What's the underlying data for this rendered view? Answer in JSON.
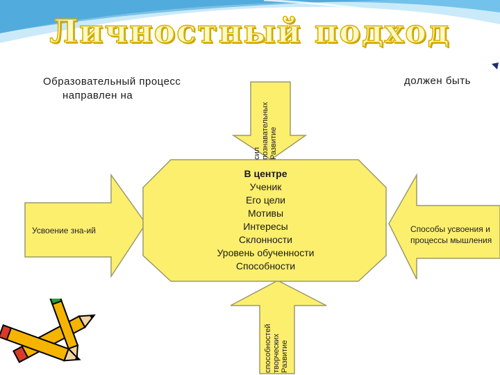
{
  "title": "Личностный подход",
  "header": {
    "left_line1": "Образовательный процесс",
    "left_line2": "направлен на",
    "right": "должен быть"
  },
  "center": {
    "heading": "В центре",
    "items": [
      "Ученик",
      "Его цели",
      "Мотивы",
      "Интересы",
      "Склонности",
      "Уровень обученности",
      "Способности"
    ]
  },
  "arrows": {
    "top": [
      "Развитие",
      "познавательных",
      "сил"
    ],
    "left": "Усвоение зна-ий",
    "right": [
      "Способы усвоения и",
      "процессы мышления"
    ],
    "bottom": [
      "Развитие",
      "творческих",
      "способностей"
    ]
  },
  "colors": {
    "shape_fill": "#fdef6e",
    "shape_stroke": "#9a9a6a",
    "title_fill": "#fff8c8",
    "title_stroke": "#d7b300",
    "wave": "#55b4e6"
  }
}
